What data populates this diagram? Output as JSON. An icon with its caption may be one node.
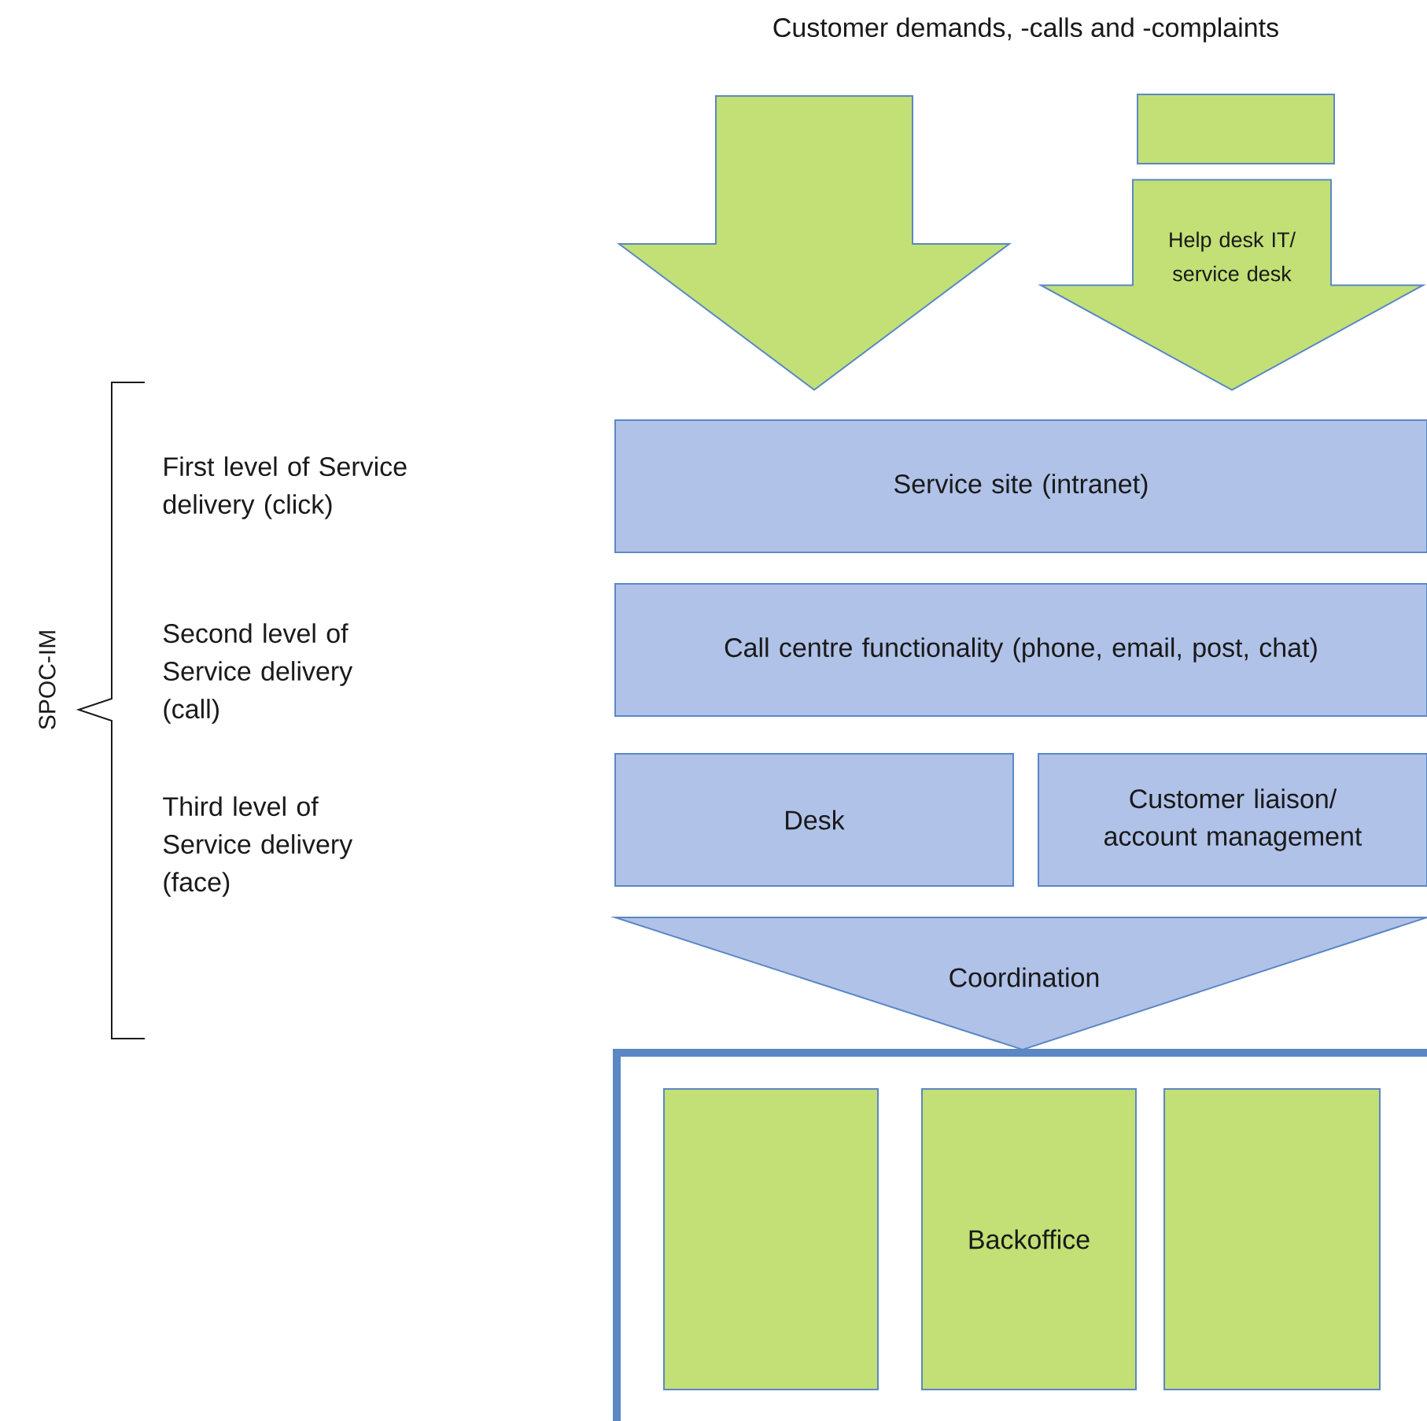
{
  "diagram": {
    "title": "Customer demands, -calls and -complaints",
    "nodes": [
      {
        "text": [],
        "shape": "box"
      },
      {
        "text": [
          "Service site (intranet)"
        ]
      },
      {
        "text": [
          "Call centre functionality (phone, email, post, chat)"
        ]
      },
      {
        "text": [
          "Desk"
        ]
      },
      {
        "text": [
          "Customer liaison/ account management"
        ]
      },
      {
        "text": [
          "Coordination"
        ]
      },
      {
        "text": [],
        "shape": "box"
      },
      {
        "text": [],
        "shape": "box",
        "in": 6
      },
      {
        "text": [
          "Backoffice"
        ],
        "in": 6
      },
      {
        "text": [],
        "shape": "box",
        "in": 6
      }
    ],
    "edges": [
      {
        "from": null,
        "to": 1,
        "arrow": "to"
      },
      {
        "from": 0,
        "to": 1,
        "arrow": "to",
        "label": "Help desk IT/ service desk"
      }
    ],
    "labels": [
      "First level of Service delivery (click)",
      "Second level of Service delivery (call)",
      "Third level of Service delivery (face)",
      "SPOC-IM"
    ]
  }
}
